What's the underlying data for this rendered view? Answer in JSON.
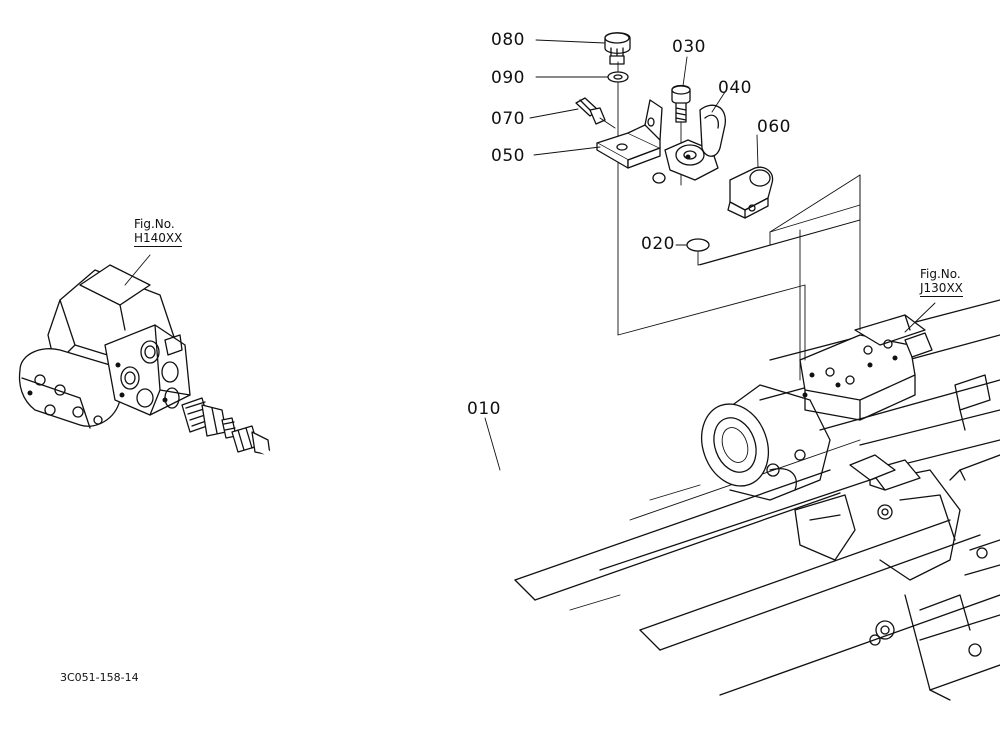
{
  "document_code": "3C051-158-14",
  "figure_refs": [
    {
      "prefix": "Fig.No.",
      "number": "H140XX"
    },
    {
      "prefix": "Fig.No.",
      "number": "J130XX"
    }
  ],
  "part_labels": [
    {
      "id": "010"
    },
    {
      "id": "020"
    },
    {
      "id": "030"
    },
    {
      "id": "040"
    },
    {
      "id": "050"
    },
    {
      "id": "060"
    },
    {
      "id": "070"
    },
    {
      "id": "080"
    },
    {
      "id": "090"
    }
  ]
}
